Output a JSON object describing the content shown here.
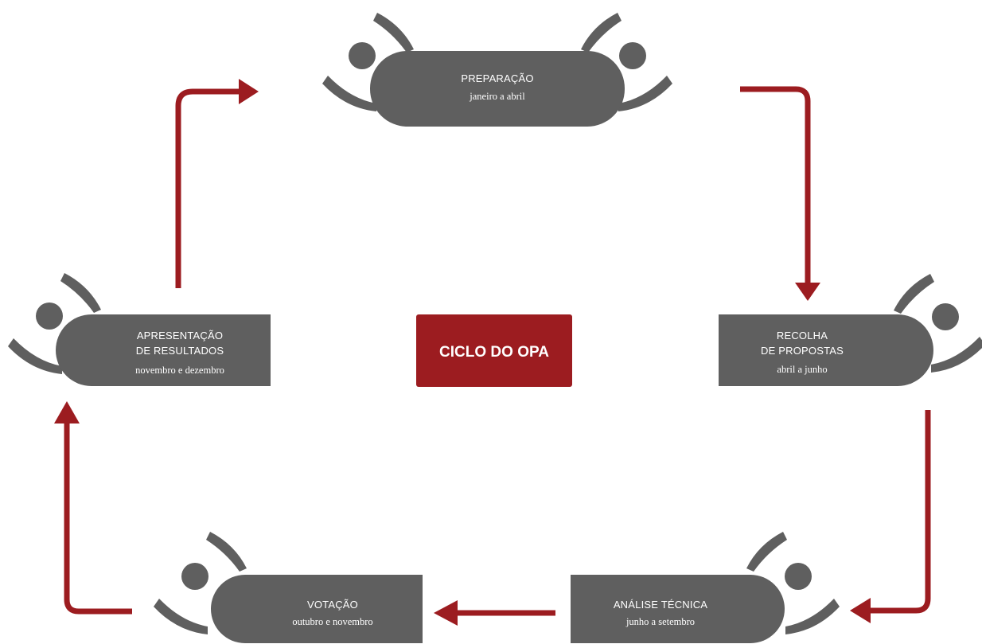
{
  "center": {
    "label": "CICLO DO OPA"
  },
  "stages": {
    "preparacao": {
      "title": "PREPARAÇÃO",
      "period": "janeiro a abril"
    },
    "recolha": {
      "title_line1": "RECOLHA",
      "title_line2": "DE PROPOSTAS",
      "period": "abril a junho"
    },
    "analise": {
      "title": "ANÁLISE TÉCNICA",
      "period": "junho a setembro"
    },
    "votacao": {
      "title": "VOTAÇÃO",
      "period": "outubro e novembro"
    },
    "apresentacao": {
      "title_line1": "APRESENTAÇÃO",
      "title_line2": "DE RESULTADOS",
      "period": "novembro e dezembro"
    }
  },
  "colors": {
    "stage_fill": "#5f5f5f",
    "accent_red": "#9c1c20",
    "background": "#ffffff"
  }
}
